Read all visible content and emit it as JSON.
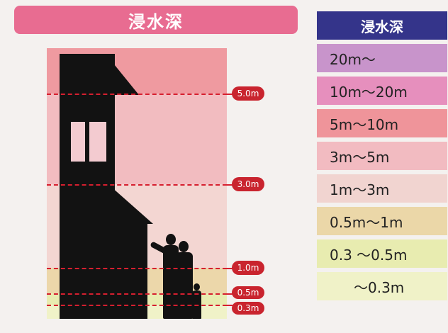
{
  "title": "浸水深",
  "legend": {
    "header": "浸水深",
    "items": [
      {
        "label": "20m〜",
        "color": "#c894cb"
      },
      {
        "label": "10m〜20m",
        "color": "#e68fbd"
      },
      {
        "label": "5m〜10m",
        "color": "#ef949a"
      },
      {
        "label": "3m〜5m",
        "color": "#f2bbc1"
      },
      {
        "label": "1m〜3m",
        "color": "#f1d4d0"
      },
      {
        "label": "0.5m〜1m",
        "color": "#ebd7a8"
      },
      {
        "label": "0.3 〜0.5m",
        "color": "#e8ecb0"
      },
      {
        "label": "〜0.3m",
        "color": "#f0f2c8"
      }
    ]
  },
  "levels": [
    {
      "label": "5.0m",
      "meters": 5.0
    },
    {
      "label": "3.0m",
      "meters": 3.0
    },
    {
      "label": "1.0m",
      "meters": 1.0
    },
    {
      "label": "0.5m",
      "meters": 0.5
    },
    {
      "label": "0.3m",
      "meters": 0.3
    }
  ]
}
